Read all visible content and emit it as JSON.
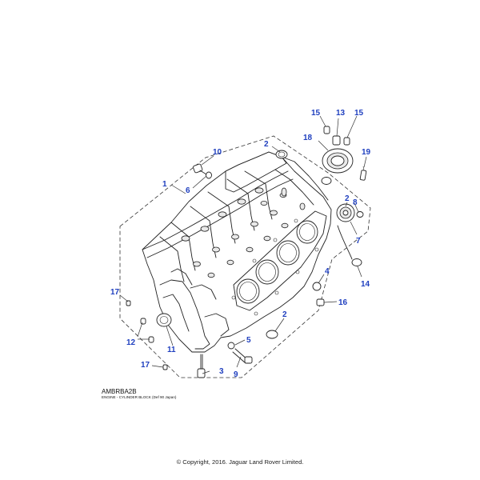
{
  "diagram": {
    "code": "AMBRBA2B",
    "caption": "ENGINE - CYLINDER BLOCK (Def 90 Japan)"
  },
  "callouts": [
    {
      "id": "c1",
      "label": "1"
    },
    {
      "id": "c2a",
      "label": "2"
    },
    {
      "id": "c2b",
      "label": "2"
    },
    {
      "id": "c2c",
      "label": "2"
    },
    {
      "id": "c3",
      "label": "3"
    },
    {
      "id": "c4",
      "label": "4"
    },
    {
      "id": "c5",
      "label": "5"
    },
    {
      "id": "c6",
      "label": "6"
    },
    {
      "id": "c7",
      "label": "7"
    },
    {
      "id": "c8",
      "label": "8"
    },
    {
      "id": "c9",
      "label": "9"
    },
    {
      "id": "c10",
      "label": "10"
    },
    {
      "id": "c11",
      "label": "11"
    },
    {
      "id": "c12",
      "label": "12"
    },
    {
      "id": "c13",
      "label": "13"
    },
    {
      "id": "c14",
      "label": "14"
    },
    {
      "id": "c15a",
      "label": "15"
    },
    {
      "id": "c15b",
      "label": "15"
    },
    {
      "id": "c16",
      "label": "16"
    },
    {
      "id": "c17a",
      "label": "17"
    },
    {
      "id": "c17b",
      "label": "17"
    },
    {
      "id": "c18",
      "label": "18"
    },
    {
      "id": "c19",
      "label": "19"
    }
  ],
  "copyright": "© Copyright, 2016. Jaguar Land Rover Limited."
}
